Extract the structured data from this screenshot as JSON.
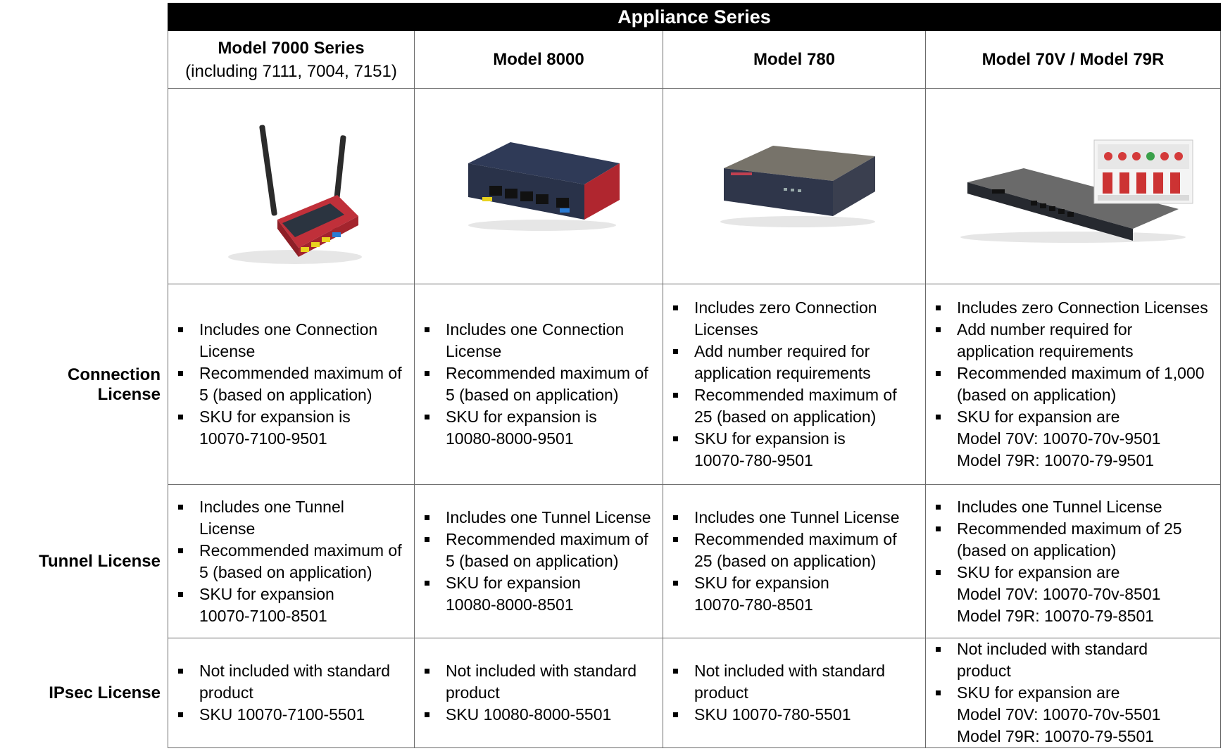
{
  "banner": "Appliance Series",
  "columns": [
    {
      "title": "Model 7000 Series",
      "subtitle": "(including 7111, 7004, 7151)",
      "image_icon": "wireless-router-red-two-antennas"
    },
    {
      "title": "Model 8000",
      "subtitle": "",
      "image_icon": "switch-blue-red-5-port"
    },
    {
      "title": "Model 780",
      "subtitle": "",
      "image_icon": "network-appliance-grey-box"
    },
    {
      "title": "Model 70V / Model 79R",
      "subtitle": "",
      "image_icon": "rackmount-appliance-with-egate-card"
    }
  ],
  "rows": [
    {
      "label": "Connection License",
      "cells": [
        [
          [
            "Includes one Connection",
            "License"
          ],
          [
            "Recommended maximum of",
            "5 (based on application)"
          ],
          [
            "SKU for expansion is",
            "10070-7100-9501"
          ]
        ],
        [
          [
            "Includes one Connection",
            "License"
          ],
          [
            "Recommended maximum of",
            "5 (based on application)"
          ],
          [
            "SKU for expansion is",
            "10080-8000-9501"
          ]
        ],
        [
          [
            "Includes zero Connection",
            "Licenses"
          ],
          [
            "Add number required for",
            "application requirements"
          ],
          [
            "Recommended maximum of",
            "25 (based on application)"
          ],
          [
            "SKU for expansion is",
            "10070-780-9501"
          ]
        ],
        [
          [
            "Includes zero Connection Licenses"
          ],
          [
            "Add number required for",
            "application requirements"
          ],
          [
            "Recommended maximum of 1,000",
            "(based on application)"
          ],
          [
            "SKU for expansion are",
            "Model 70V: 10070-70v-9501",
            "Model 79R: 10070-79-9501"
          ]
        ]
      ]
    },
    {
      "label": "Tunnel License",
      "cells": [
        [
          [
            "Includes one Tunnel License"
          ],
          [
            "Recommended maximum of",
            "5 (based on application)"
          ],
          [
            "SKU for expansion",
            "10070-7100-8501"
          ]
        ],
        [
          [
            "Includes one Tunnel License"
          ],
          [
            "Recommended maximum of",
            "5 (based on application)"
          ],
          [
            "SKU for expansion",
            "10080-8000-8501"
          ]
        ],
        [
          [
            "Includes one Tunnel License"
          ],
          [
            "Recommended maximum of",
            "25 (based on application)"
          ],
          [
            "SKU for expansion",
            "10070-780-8501"
          ]
        ],
        [
          [
            "Includes one Tunnel License"
          ],
          [
            "Recommended maximum of 25",
            "(based on application)"
          ],
          [
            "SKU for expansion are",
            "Model 70V: 10070-70v-8501",
            "Model 79R: 10070-79-8501"
          ]
        ]
      ]
    },
    {
      "label": "IPsec License",
      "cells": [
        [
          [
            "Not included with standard",
            "product"
          ],
          [
            "SKU 10070-7100-5501"
          ]
        ],
        [
          [
            "Not included with standard",
            "product"
          ],
          [
            "SKU 10080-8000-5501"
          ]
        ],
        [
          [
            "Not included with standard",
            "product"
          ],
          [
            "SKU 10070-780-5501"
          ]
        ],
        [
          [
            "Not included with standard",
            "product"
          ],
          [
            "SKU for expansion are",
            "Model 70V: 10070-70v-5501",
            "Model 79R: 10070-79-5501"
          ]
        ]
      ]
    }
  ]
}
